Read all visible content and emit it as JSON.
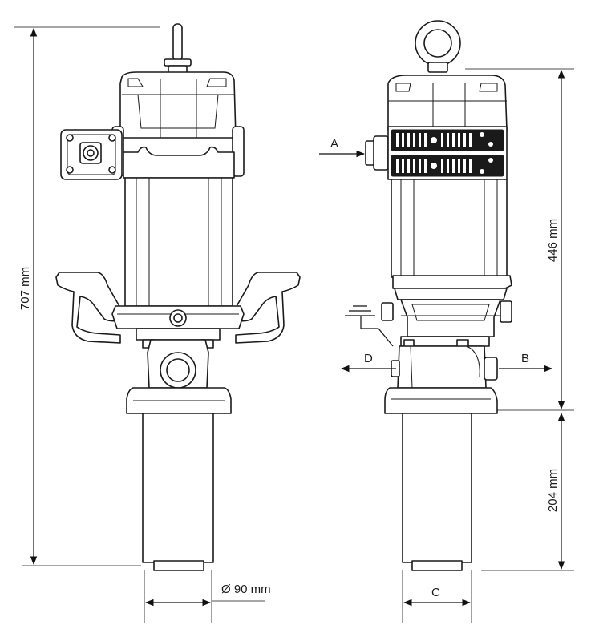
{
  "dimensions": {
    "total_height": "707 mm",
    "motor_height": "446 mm",
    "tube_height": "204 mm",
    "tube_diameter": "Ø 90 mm",
    "width_c": "C"
  },
  "ports": {
    "a": "A",
    "b": "B",
    "d": "D"
  },
  "views": [
    "front-view",
    "side-view"
  ]
}
